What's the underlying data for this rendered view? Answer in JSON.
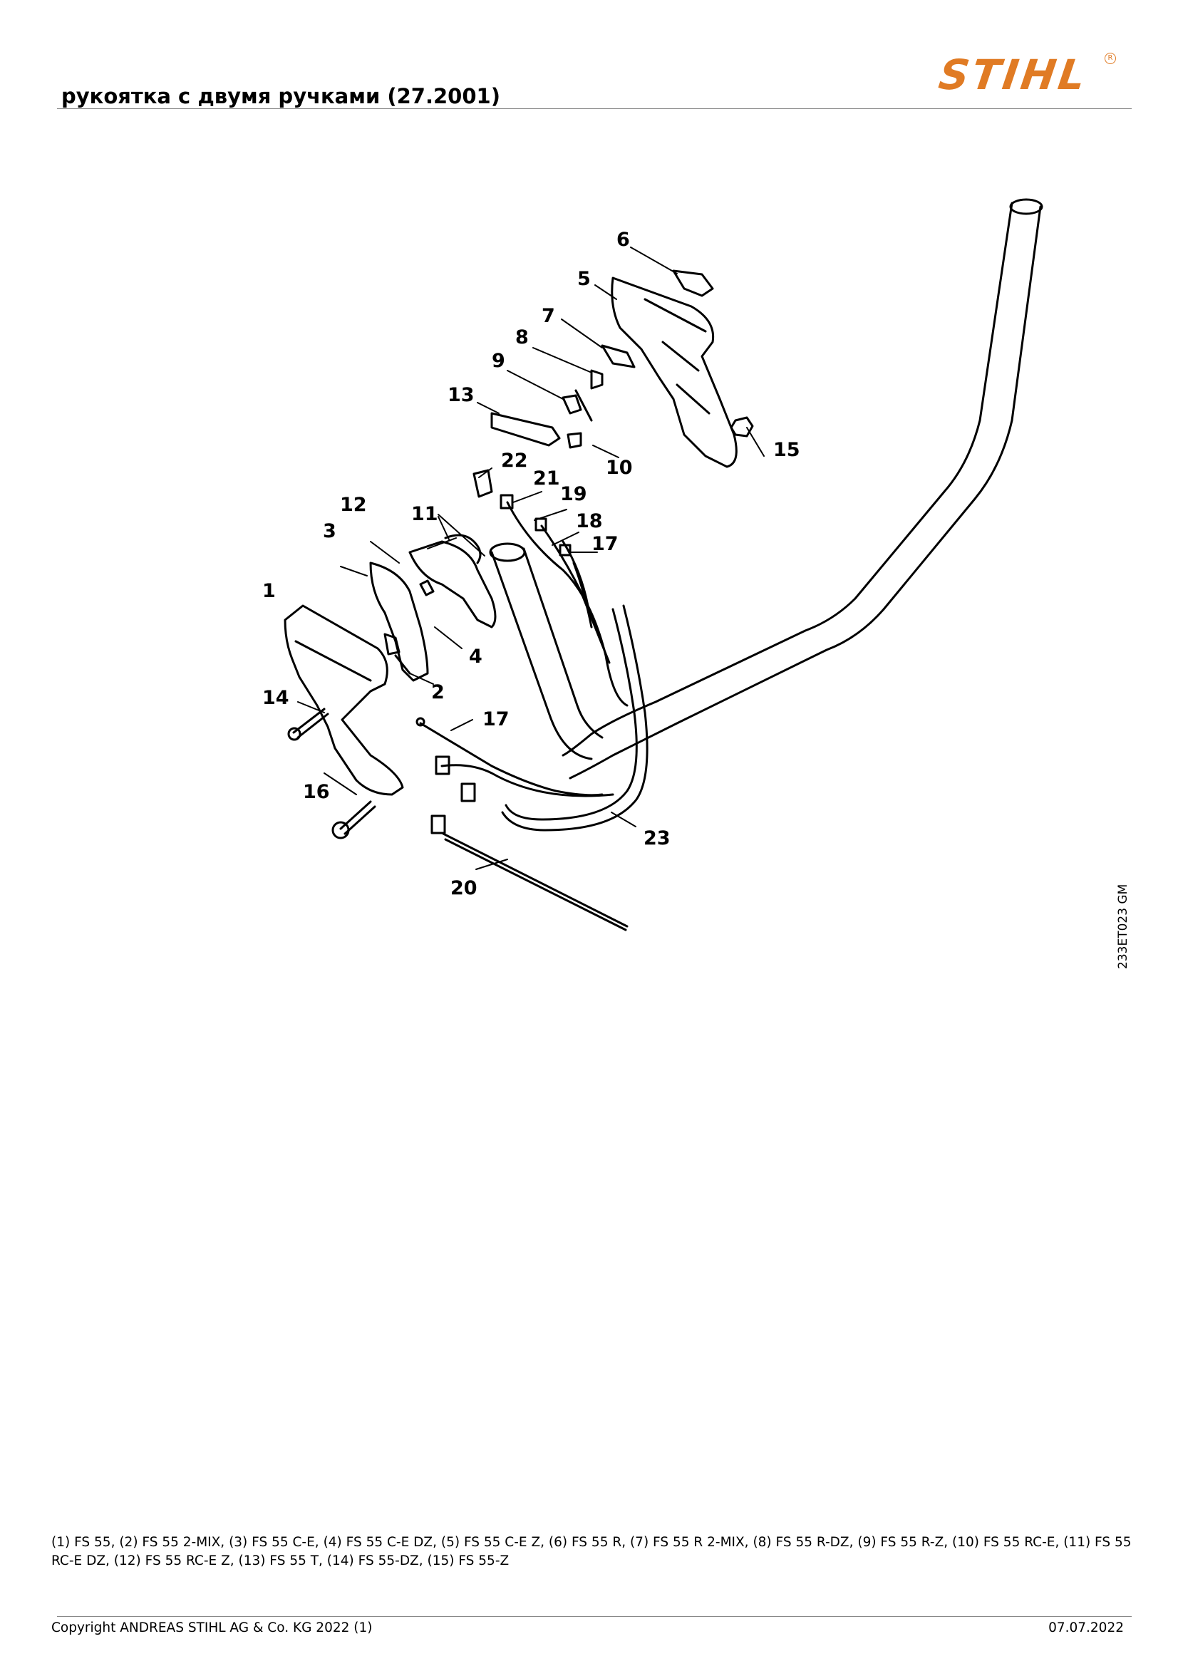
{
  "header": {
    "title": "рукоятка с двумя ручками (27.2001)",
    "logo_text": "STIHL",
    "logo_color": "#e07b24"
  },
  "diagram": {
    "callouts": [
      "1",
      "2",
      "3",
      "4",
      "5",
      "6",
      "7",
      "8",
      "9",
      "10",
      "11",
      "12",
      "13",
      "14",
      "15",
      "16",
      "17",
      "17",
      "18",
      "19",
      "20",
      "21",
      "22",
      "23"
    ],
    "reference_code": "233ET023 GM"
  },
  "footer": {
    "models": "(1) FS 55, (2) FS 55 2-MIX, (3) FS 55 C-E, (4) FS 55 C-E DZ, (5) FS 55 C-E Z, (6) FS 55 R, (7) FS 55 R 2-MIX, (8) FS 55 R-DZ, (9) FS 55 R-Z, (10) FS 55 RC-E, (11) FS 55 RC-E DZ, (12) FS 55 RC-E Z, (13) FS 55 T, (14) FS 55-DZ, (15) FS 55-Z",
    "copyright": "Copyright ANDREAS STIHL AG & Co. KG 2022 (1)",
    "date": "07.07.2022"
  }
}
